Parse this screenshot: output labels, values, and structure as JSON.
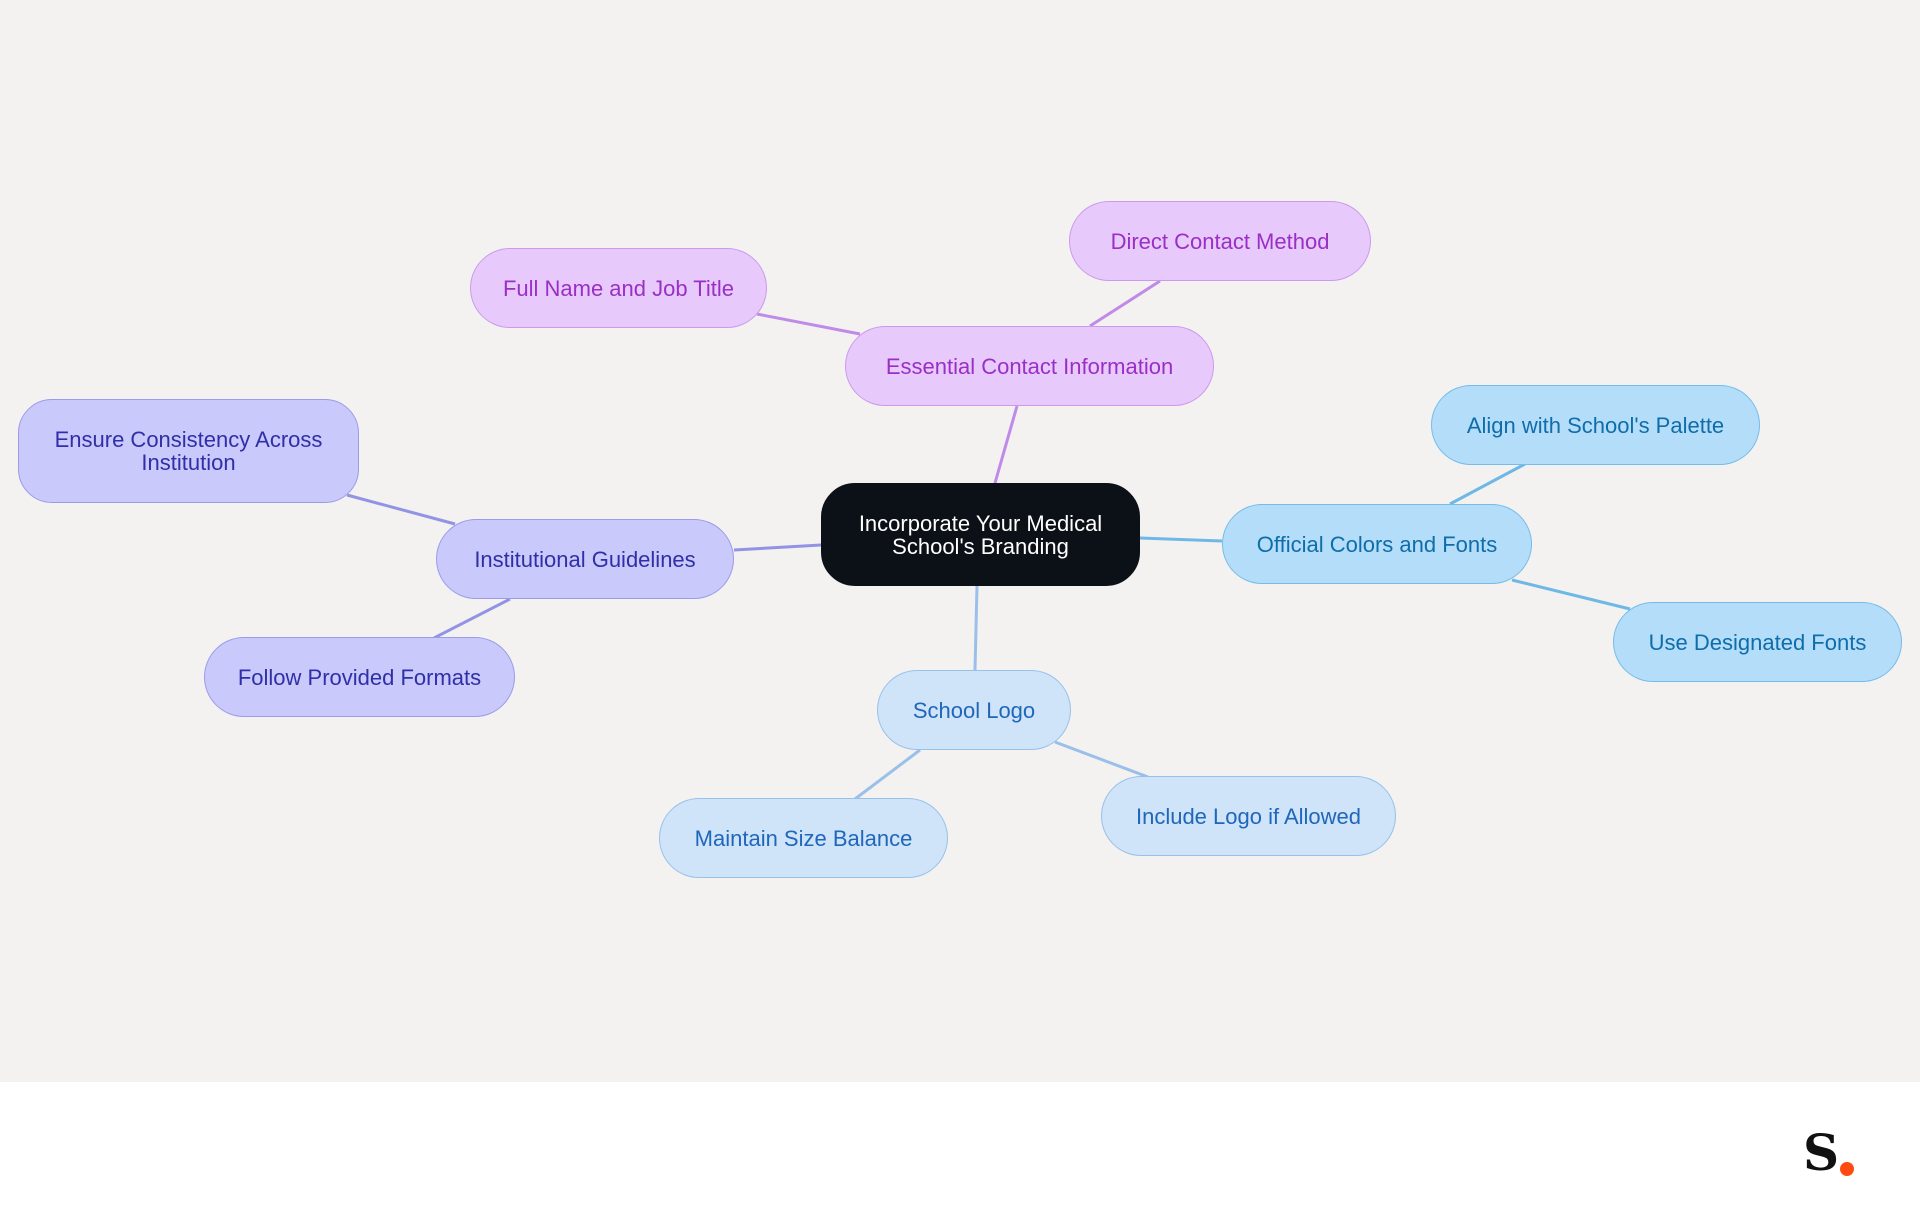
{
  "mindmap": {
    "root": "Incorporate Your Medical School's Branding",
    "branches": {
      "contact": {
        "label": "Essential Contact Information",
        "children": [
          "Full Name and Job Title",
          "Direct Contact Method"
        ]
      },
      "guidelines": {
        "label": "Institutional Guidelines",
        "children": [
          "Ensure Consistency Across Institution",
          "Follow Provided Formats"
        ]
      },
      "colors": {
        "label": "Official Colors and Fonts",
        "children": [
          "Align with School's Palette",
          "Use Designated Fonts"
        ]
      },
      "logo": {
        "label": "School Logo",
        "children": [
          "Include Logo if Allowed",
          "Maintain Size Balance"
        ]
      }
    }
  },
  "branch_colors": {
    "contact": "#e8c9fb",
    "guidelines": "#c9c9fb",
    "colors": "#b4ddfa",
    "logo": "#cfe3f9",
    "root": "#0c1118"
  },
  "footer": {
    "logo_letter": "S",
    "logo_dot_color": "#ff4b12"
  }
}
